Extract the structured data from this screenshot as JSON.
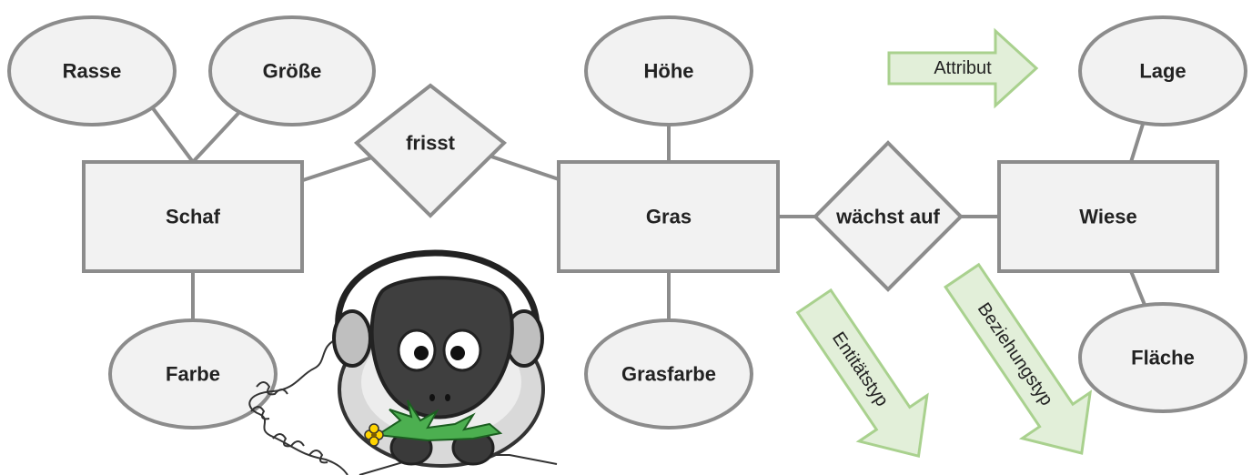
{
  "entities": {
    "schaf": "Schaf",
    "gras": "Gras",
    "wiese": "Wiese"
  },
  "relationships": {
    "frisst": "frisst",
    "waechst_auf": "wächst auf"
  },
  "attributes": {
    "rasse": "Rasse",
    "groesse": "Größe",
    "farbe": "Farbe",
    "hoehe": "Höhe",
    "grasfarbe": "Grasfarbe",
    "lage": "Lage",
    "flaeche": "Fläche"
  },
  "legend": {
    "attribut": "Attribut",
    "entitaetstyp": "Entitätstyp",
    "beziehungstyp": "Beziehungstyp"
  },
  "colors": {
    "shape_fill": "#f2f2f2",
    "shape_stroke": "#8c8c8c",
    "legend_fill": "#e2efd9",
    "legend_stroke": "#a9d18e",
    "text": "#222222"
  },
  "illustration": "sheep-with-headphones"
}
